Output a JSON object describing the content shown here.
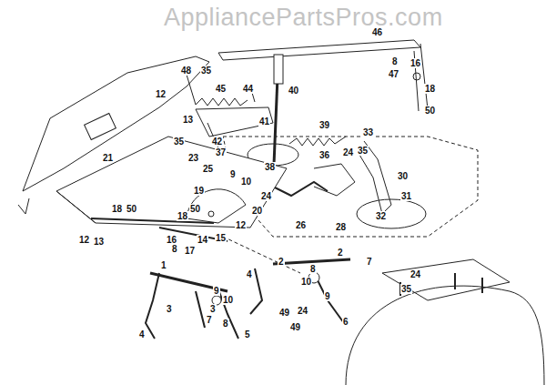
{
  "diagram": {
    "labels": [
      "AppliancePartsPros.com",
      "46",
      "48",
      "35",
      "8",
      "16",
      "47",
      "12",
      "45",
      "44",
      "40",
      "18",
      "50",
      "13",
      "41",
      "39",
      "33",
      "35",
      "42",
      "21",
      "23",
      "37",
      "38",
      "36",
      "24",
      "35",
      "30",
      "25",
      "9",
      "10",
      "31",
      "19",
      "24",
      "32",
      "18",
      "50",
      "50",
      "20",
      "18",
      "16",
      "14",
      "15",
      "12",
      "8",
      "17",
      "26",
      "28",
      "12",
      "13",
      "2",
      "2",
      "7",
      "1",
      "4",
      "8",
      "10",
      "9",
      "9",
      "10",
      "49",
      "24",
      "49",
      "6",
      "3",
      "7",
      "3",
      "8",
      "4",
      "5",
      "24",
      "35"
    ]
  }
}
